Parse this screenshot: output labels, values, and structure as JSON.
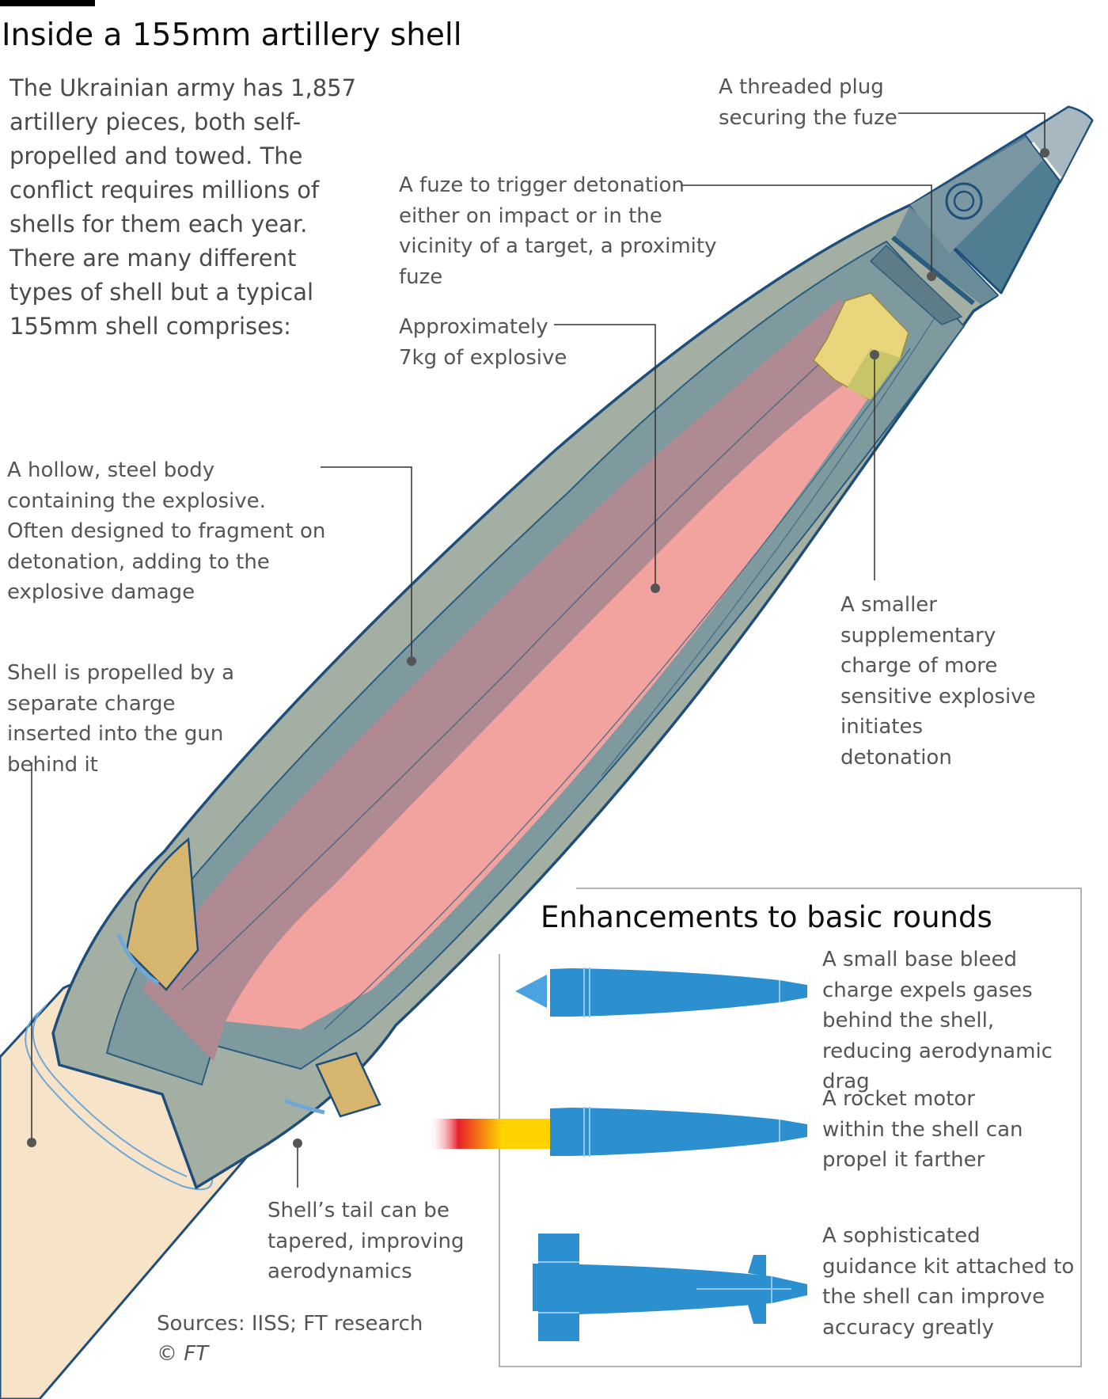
{
  "title": "Inside a 155mm artillery shell",
  "intro": "The Ukrainian army has 1,857 artillery pieces, both self-propelled and towed. The conflict requires millions of shells for them each year. There are many different types of shell but a typical 155mm shell comprises:",
  "labels": {
    "plug": "A threaded plug securing the fuze",
    "fuze": "A fuze to trigger detonation either on impact or in the vicinity of a target, a proximity fuze",
    "explosive": "Approximately 7kg of explosive",
    "body": "A hollow, steel body containing the explosive. Often designed to fragment on detonation, adding to the explosive damage",
    "booster": "A smaller supplementary charge of more sensitive explosive initiates detonation",
    "propellant": "Shell is propelled by a separate charge inserted into the gun behind it",
    "tail": "Shell’s tail can be tapered, improving aerodynamics"
  },
  "enhancements": {
    "title": "Enhancements to basic rounds",
    "base_bleed": "A small base bleed charge expels gases behind the shell, reducing aerodynamic drag",
    "rocket": "A rocket motor within the shell can propel it farther",
    "guidance": "A sophisticated guidance kit attached to the shell can improve accuracy greatly"
  },
  "sources": "Sources: IISS; FT research",
  "copyright": "© FT",
  "colors": {
    "outline": "#1f4e7a",
    "steel_outer": "#a3afa3",
    "steel_inner": "#7f9a9f",
    "explosive_dark": "#b08a92",
    "explosive_light": "#f2a3a0",
    "booster": "#e8d57c",
    "fuze": "#5e7c88",
    "band": "#d6b56e",
    "propellant": "#f6e3c8",
    "enhancement_blue": "#2b8fd0",
    "flame_yellow": "#ffd200",
    "flame_red": "#e8202a"
  }
}
